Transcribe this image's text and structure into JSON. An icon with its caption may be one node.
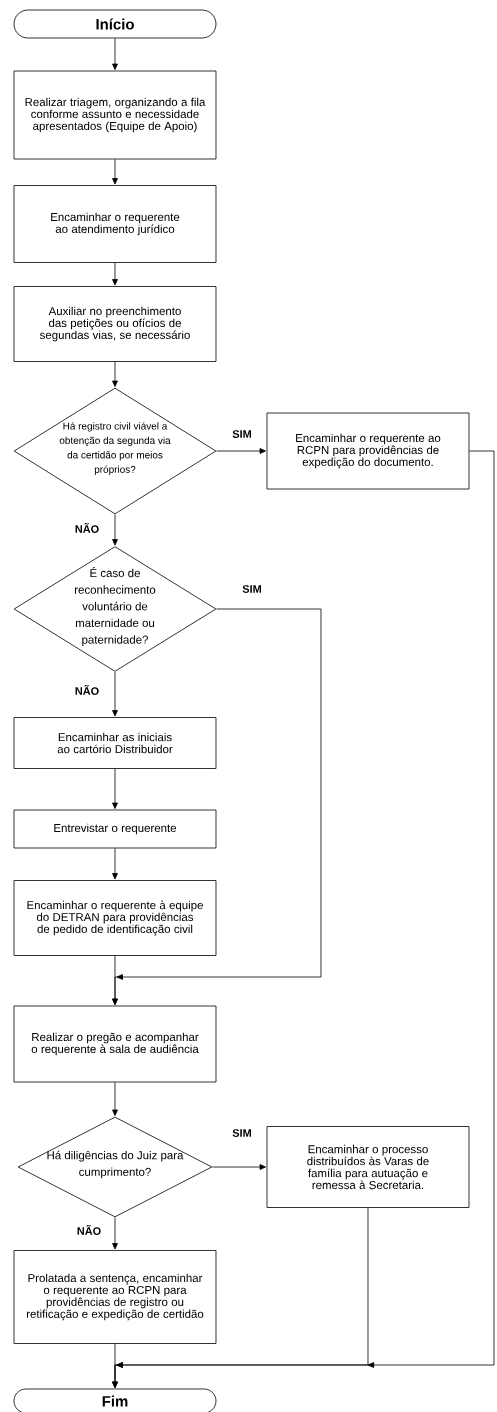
{
  "diagram": {
    "nodes": [
      {
        "text": [
          "Início"
        ]
      },
      {
        "text": [
          "Realizar triagem, organizando a fila conforme assunto e necessidade apresentados (Equipe de Apoio)"
        ]
      },
      {
        "text": [
          "Encaminhar o requerente ao atendimento jurídico"
        ]
      },
      {
        "text": [
          "Auxiliar no preenchimento das petições ou ofícios de segundas vias, se necessário"
        ]
      },
      {
        "text": [
          "Há registro civil viável a obtenção da segunda via da certidão por meios próprios?"
        ]
      },
      {
        "text": [
          "Encaminhar o requerente ao RCPN para providências de expedição do documento."
        ]
      },
      {
        "text": [
          "É caso de reconhecimento voluntário de maternidade ou paternidade?"
        ]
      },
      {
        "text": [
          "Encaminhar as iniciais ao cartório Distribuidor"
        ]
      },
      {
        "text": [
          "Entrevistar o requerente"
        ]
      },
      {
        "text": [
          "Encaminhar o requerente à equipe do DETRAN para providências de pedido de identificação civil"
        ]
      },
      {
        "text": [
          "Realizar o pregão e acompanhar o requerente à sala de audiência"
        ]
      },
      {
        "text": [
          "Há diligências do Juiz para cumprimento?"
        ]
      },
      {
        "text": [
          "Encaminhar o processo distribuídos às Varas de família para autuação e remessa à Secretaria."
        ]
      },
      {
        "text": [
          "Prolatada a sentença, encaminhar o requerente ao RCPN para providências de registro ou retificação e expedição de certidão"
        ]
      },
      {
        "text": [
          "Fim"
        ]
      }
    ],
    "edges": [
      {
        "from": 0,
        "to": 1,
        "arrow": "to"
      },
      {
        "from": 1,
        "to": 2,
        "arrow": "to"
      },
      {
        "from": 2,
        "to": 3,
        "arrow": "to"
      },
      {
        "from": 3,
        "to": 4,
        "arrow": "to"
      },
      {
        "from": 4,
        "to": 5,
        "arrow": "to",
        "label": "SIM"
      },
      {
        "from": 4,
        "to": 6,
        "arrow": "to",
        "label": "NÃO"
      },
      {
        "from": 6,
        "to": 7,
        "arrow": "to",
        "label": "NÃO"
      },
      {
        "from": 6,
        "to": 10,
        "arrow": "to",
        "label": "SIM"
      },
      {
        "from": 7,
        "to": 8,
        "arrow": "to"
      },
      {
        "from": 8,
        "to": 9,
        "arrow": "to"
      },
      {
        "from": 9,
        "to": 10,
        "arrow": "to"
      },
      {
        "from": 10,
        "to": 11,
        "arrow": "to"
      },
      {
        "from": 11,
        "to": 12,
        "arrow": "to",
        "label": "SIM"
      },
      {
        "from": 11,
        "to": 13,
        "arrow": "to",
        "label": "NÃO"
      },
      {
        "from": 13,
        "to": 14,
        "arrow": "to"
      },
      {
        "from": 12,
        "to": 14,
        "arrow": "to"
      },
      {
        "from": 5,
        "to": 14,
        "arrow": "to"
      }
    ]
  }
}
